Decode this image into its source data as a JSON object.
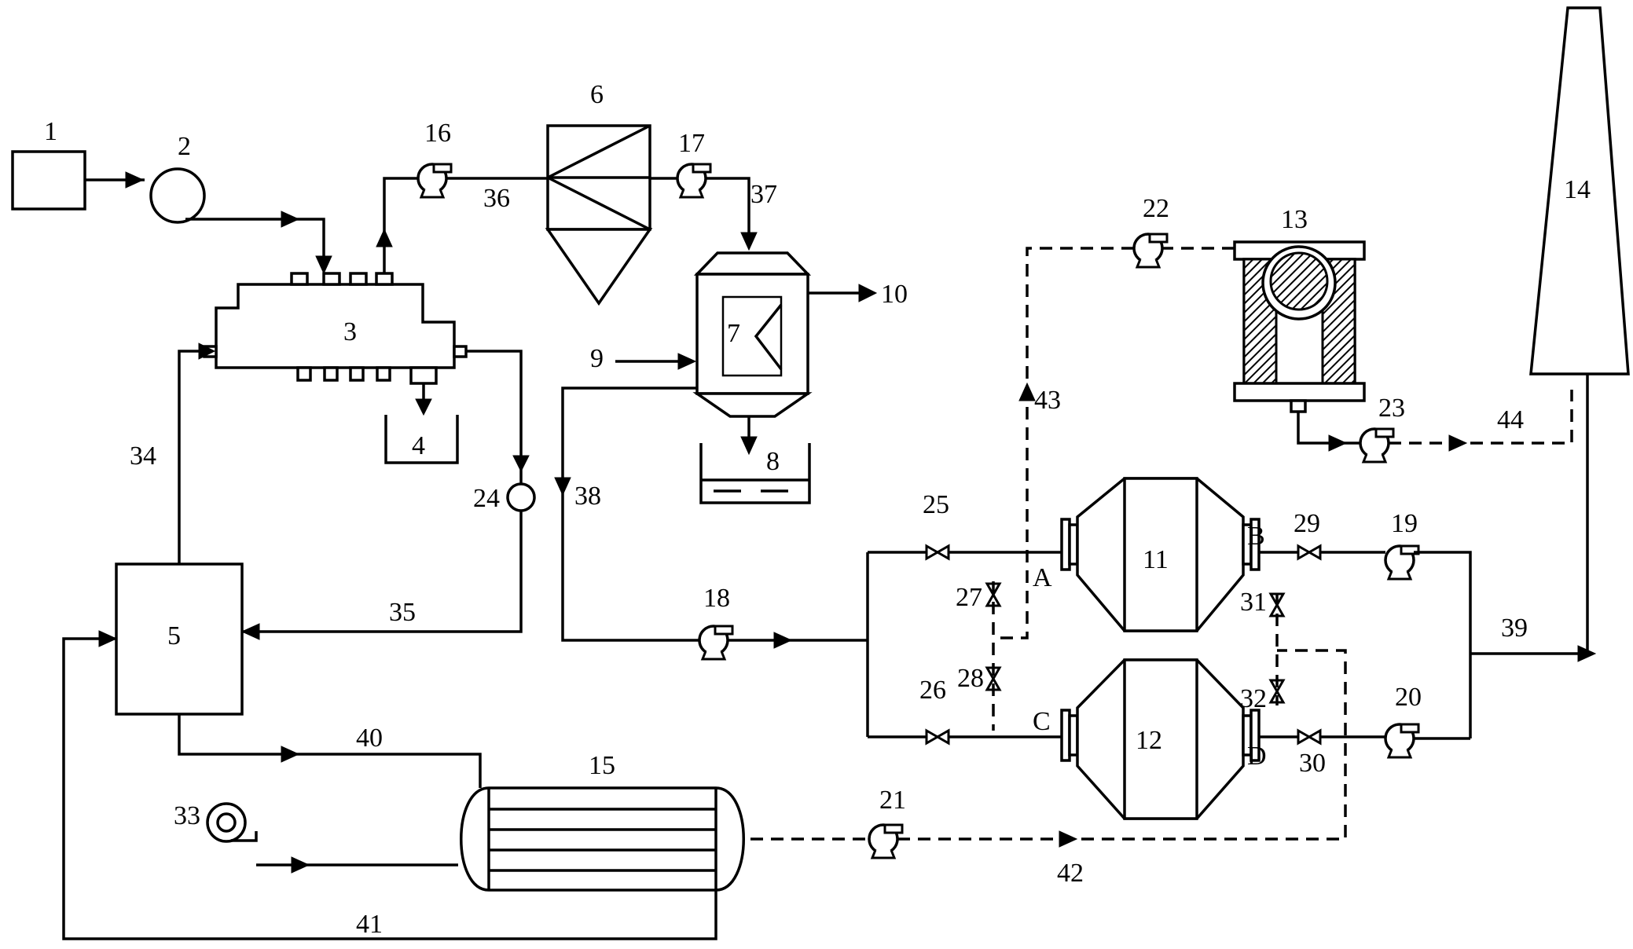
{
  "labels": {
    "n1": "1",
    "n2": "2",
    "n3": "3",
    "n4": "4",
    "n5": "5",
    "n6": "6",
    "n7": "7",
    "n8": "8",
    "n9": "9",
    "n10": "10",
    "n11": "11",
    "n12": "12",
    "n13": "13",
    "n14": "14",
    "n15": "15",
    "n16": "16",
    "n17": "17",
    "n18": "18",
    "n19": "19",
    "n20": "20",
    "n21": "21",
    "n22": "22",
    "n23": "23",
    "n24": "24",
    "n25": "25",
    "n26": "26",
    "n27": "27",
    "n28": "28",
    "n29": "29",
    "n30": "30",
    "n31": "31",
    "n32": "32",
    "n33": "33",
    "n34": "34",
    "n35": "35",
    "n36": "36",
    "n37": "37",
    "n38": "38",
    "n39": "39",
    "n40": "40",
    "n41": "41",
    "n42": "42",
    "n43": "43",
    "n44": "44",
    "pA": "A",
    "pB": "B",
    "pC": "C",
    "pD": "D"
  }
}
